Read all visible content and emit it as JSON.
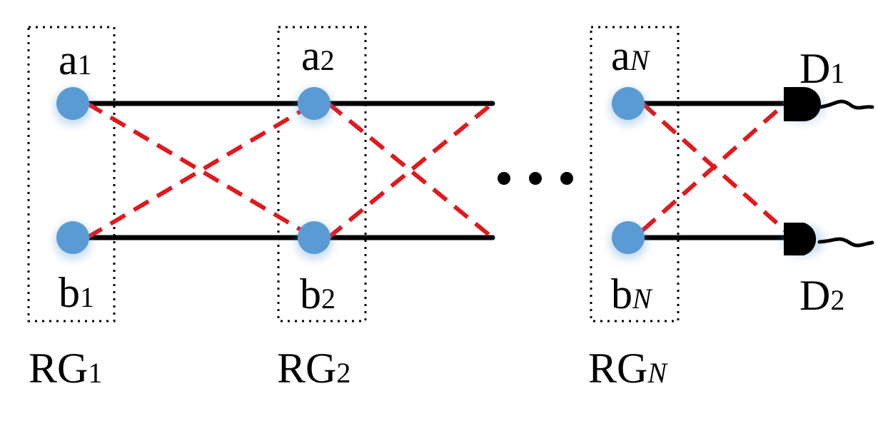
{
  "colors": {
    "node": "#5b9bd5",
    "dashed_line": "#e0191f",
    "solid_line": "#000000",
    "detector": "#000000"
  },
  "groups": [
    {
      "top_label": "a",
      "top_sub": "1",
      "bottom_label": "b",
      "bottom_sub": "1",
      "group_label": "RG",
      "group_sub": "1"
    },
    {
      "top_label": "a",
      "top_sub": "2",
      "bottom_label": "b",
      "bottom_sub": "2",
      "group_label": "RG",
      "group_sub": "2"
    },
    {
      "top_label": "a",
      "top_sub": "N",
      "bottom_label": "b",
      "bottom_sub": "N",
      "group_label": "RG",
      "group_sub": "N"
    }
  ],
  "detectors": [
    {
      "label": "D",
      "sub": "1"
    },
    {
      "label": "D",
      "sub": "2"
    }
  ]
}
